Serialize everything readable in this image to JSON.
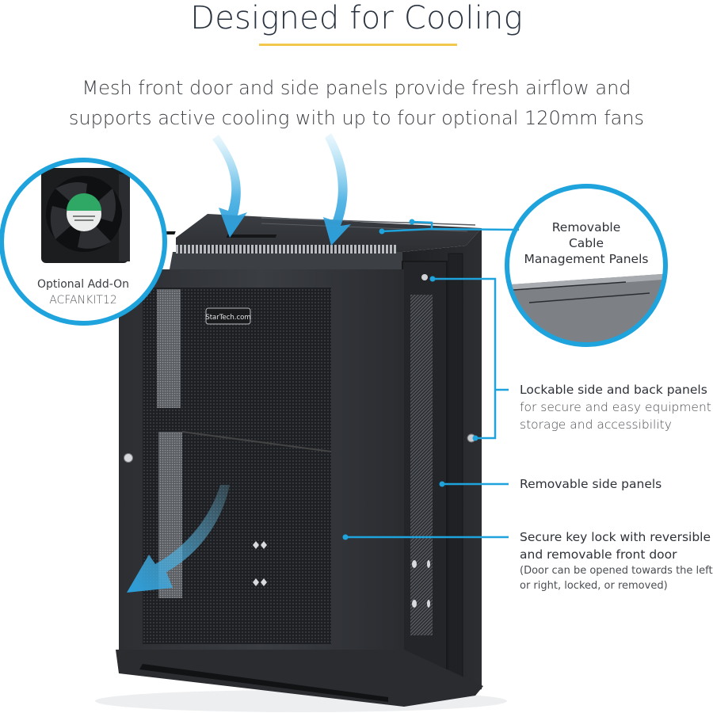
{
  "header": {
    "title": "Designed for Cooling",
    "subtitle_line1": "Mesh front door and side panels provide fresh airflow and",
    "subtitle_line2": "supports active cooling with up to four optional 120mm fans"
  },
  "product": {
    "brand_badge": "StarTech.com",
    "icon": "wall-mount-server-cabinet-image"
  },
  "fan_inset": {
    "label_line1": "Optional Add-On",
    "label_line2": "ACFANKIT12",
    "icon": "cooling-fan-image"
  },
  "cable_inset": {
    "label_line1": "Removable",
    "label_line2": "Cable",
    "label_line3": "Management Panels"
  },
  "callouts": [
    {
      "title": "Lockable side and back panels",
      "desc_line1": "for secure and easy equipment",
      "desc_line2": "storage and accessibility"
    },
    {
      "title": "Removable side panels"
    },
    {
      "title_line1": "Secure key lock with reversible",
      "title_line2": "and removable front door",
      "note_line1": "(Door can be opened towards the left",
      "note_line2": "or right, locked, or removed)"
    }
  ],
  "colors": {
    "accent_blue": "#1ea3dc",
    "underline_yellow": "#f2c94c",
    "cabinet_dark": "#26282b",
    "text_dark": "#2a3340"
  }
}
